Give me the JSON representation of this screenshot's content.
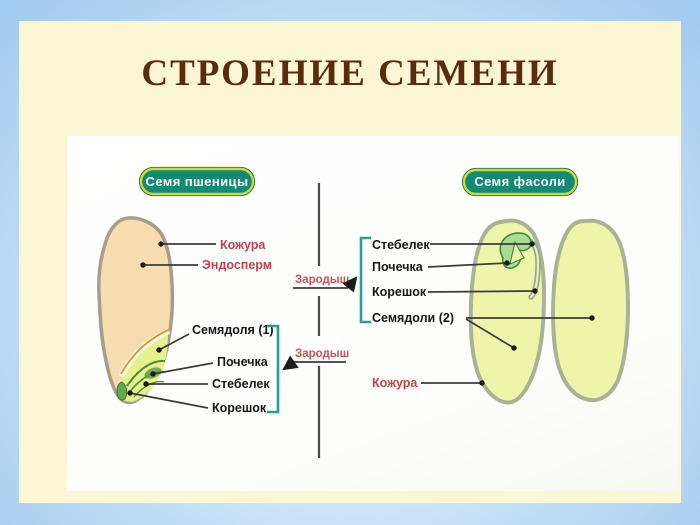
{
  "title": "СТРОЕНИЕ СЕМЕНИ",
  "wheat": {
    "header": "Семя пшеницы",
    "kozhura": "Кожура",
    "endosperm": "Эндосперм",
    "semyadolya": "Семядоля (1)",
    "pochechka": "Почечка",
    "stebelek": "Стебелек",
    "koreshok": "Корешок",
    "zarodysh": "Зародыш"
  },
  "bean": {
    "header": "Семя фасоли",
    "stebelek": "Стебелек",
    "pochechka": "Почечка",
    "koreshok": "Корешок",
    "semyadoli": "Семядоли (2)",
    "kozhura": "Кожура",
    "zarodysh": "Зародыш"
  },
  "colors": {
    "title_text": "#5b2b0e",
    "red_label": "#c5414f",
    "black_label": "#161616",
    "zarodysh_label": "#d05058",
    "teal_bracket": "#23a38d",
    "pill_fill": "#128a74",
    "pill_border": "#c6dc3e",
    "wheat_seed_fill": "#f6dcae",
    "wheat_embryo_fill": "#e6f08d",
    "bean_seed_fill": "#eff4ab",
    "bean_embryo_fill": "#a6dd8e",
    "card_bg": "#fbf6d3",
    "panel_bg": "#ffffff"
  }
}
